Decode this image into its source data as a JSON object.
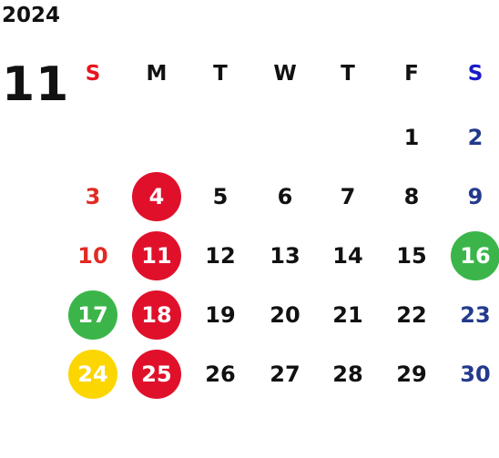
{
  "calendar": {
    "year": "2024",
    "month": "11",
    "weekdays": [
      {
        "label": "S",
        "color": "#e8141e"
      },
      {
        "label": "M",
        "color": "#111111"
      },
      {
        "label": "T",
        "color": "#111111"
      },
      {
        "label": "W",
        "color": "#111111"
      },
      {
        "label": "T",
        "color": "#111111"
      },
      {
        "label": "F",
        "color": "#111111"
      },
      {
        "label": "S",
        "color": "#1919c8"
      }
    ],
    "weeks": [
      [
        null,
        null,
        null,
        null,
        null,
        {
          "day": "1"
        },
        {
          "day": "2",
          "color": "#233a8c"
        }
      ],
      [
        {
          "day": "3",
          "color": "#e02b24"
        },
        {
          "day": "4",
          "highlight": "#e0102b"
        },
        {
          "day": "5"
        },
        {
          "day": "6"
        },
        {
          "day": "7"
        },
        {
          "day": "8"
        },
        {
          "day": "9",
          "color": "#233a8c"
        }
      ],
      [
        {
          "day": "10",
          "color": "#e02b24"
        },
        {
          "day": "11",
          "highlight": "#e0102b"
        },
        {
          "day": "12"
        },
        {
          "day": "13"
        },
        {
          "day": "14"
        },
        {
          "day": "15"
        },
        {
          "day": "16",
          "highlight": "#3bb54a"
        }
      ],
      [
        {
          "day": "17",
          "highlight": "#3bb54a"
        },
        {
          "day": "18",
          "highlight": "#e0102b"
        },
        {
          "day": "19"
        },
        {
          "day": "20"
        },
        {
          "day": "21"
        },
        {
          "day": "22"
        },
        {
          "day": "23",
          "color": "#233a8c"
        }
      ],
      [
        {
          "day": "24",
          "highlight": "#fcd600"
        },
        {
          "day": "25",
          "highlight": "#e0102b"
        },
        {
          "day": "26"
        },
        {
          "day": "27"
        },
        {
          "day": "28"
        },
        {
          "day": "29"
        },
        {
          "day": "30",
          "color": "#233a8c"
        }
      ]
    ],
    "colors": {
      "default_text": "#111111",
      "highlight_text": "#ffffff"
    }
  }
}
